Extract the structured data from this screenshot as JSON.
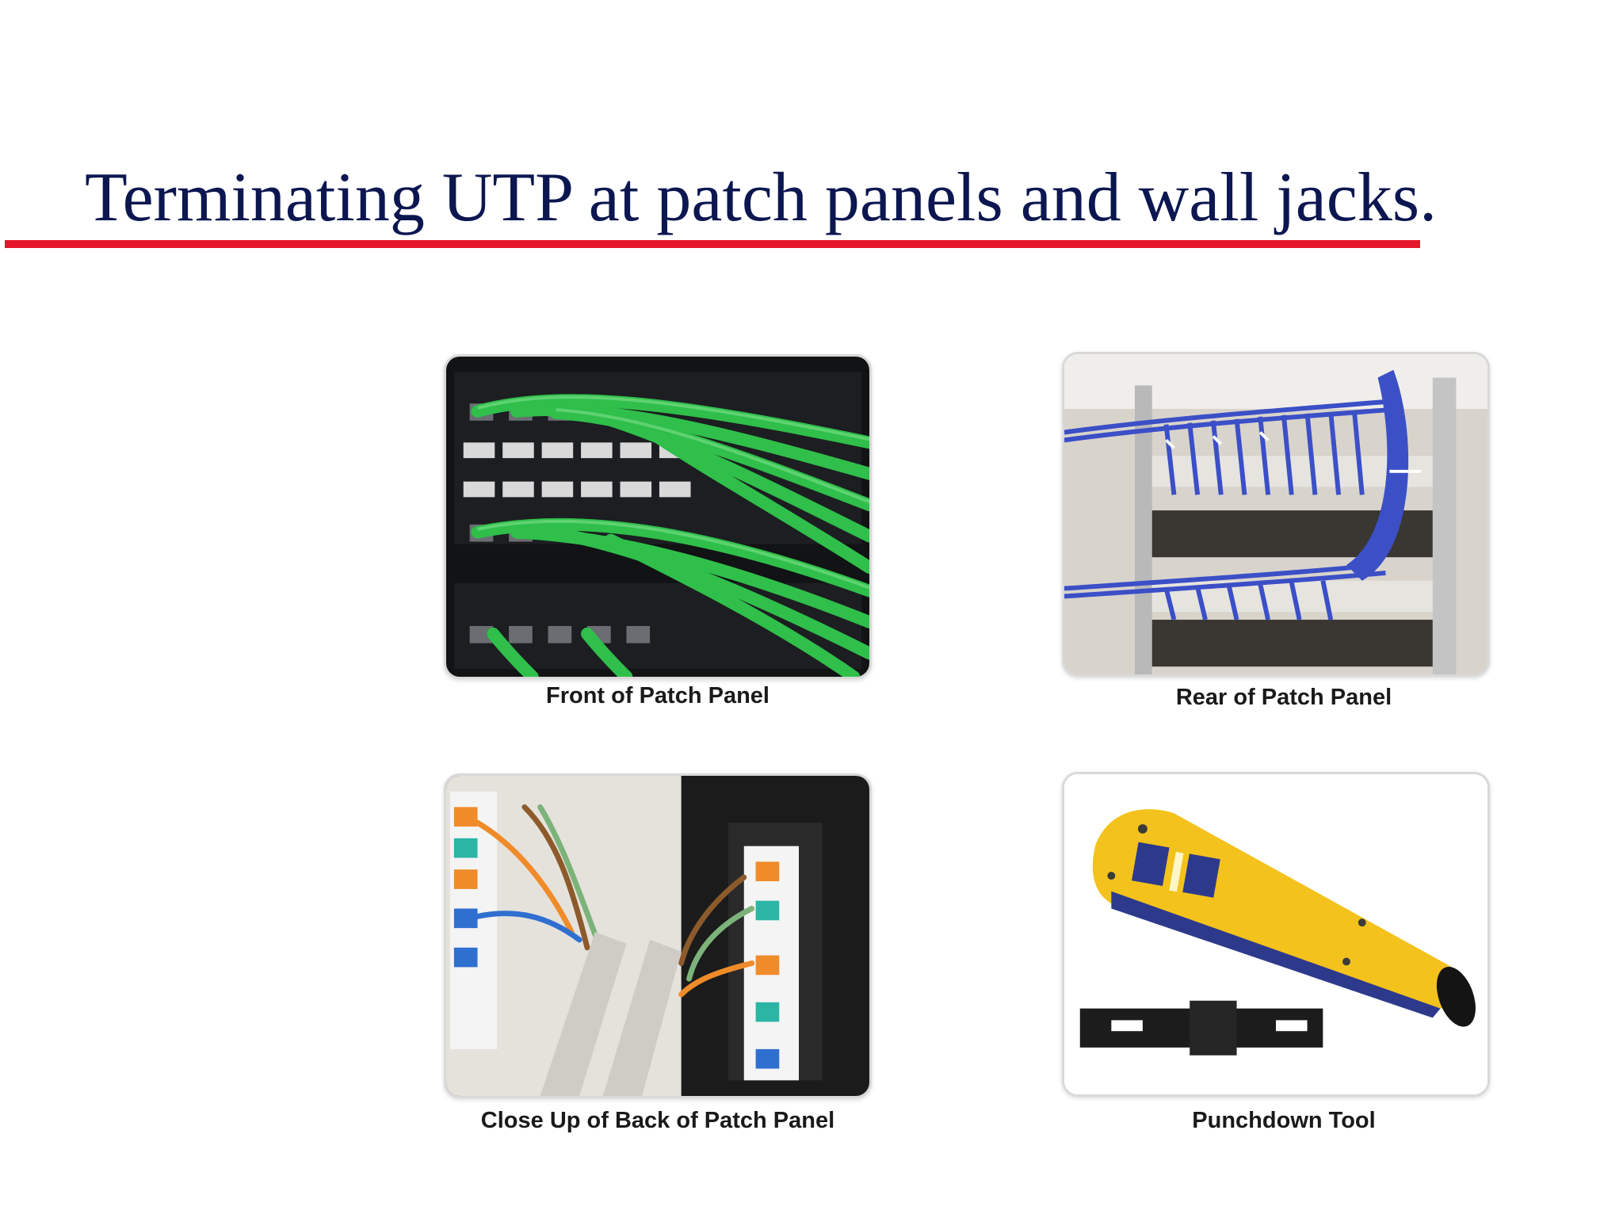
{
  "slide": {
    "title": "Terminating UTP at patch panels and wall jacks.",
    "accent_colors": {
      "title": "#0c1650",
      "rule": "#e5152c"
    }
  },
  "images": [
    {
      "icon": "patch-panel-front-photo",
      "caption": "Front of Patch Panel"
    },
    {
      "icon": "patch-panel-rear-photo",
      "caption": "Rear of Patch Panel"
    },
    {
      "icon": "patch-panel-closeup-photo",
      "caption": "Close Up of Back of Patch Panel"
    },
    {
      "icon": "punchdown-tool-photo",
      "caption": "Punchdown Tool"
    }
  ]
}
